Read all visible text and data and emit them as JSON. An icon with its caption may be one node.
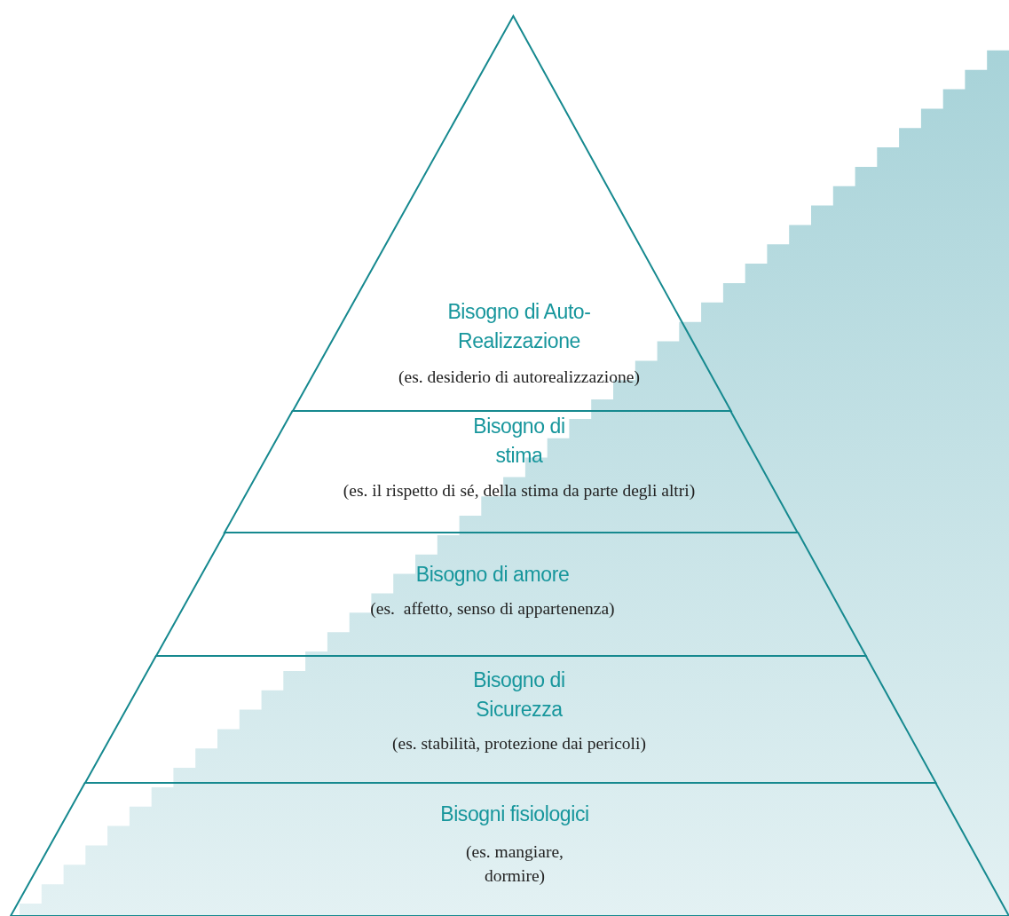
{
  "diagram": {
    "nodes": [
      {
        "text": [
          "Bisogno di Auto-Realizzazione",
          "(es. desiderio di autorealizzazione)"
        ]
      },
      {
        "text": [
          "Bisogno di stima",
          "(es. il rispetto di sé, della stima da parte degli altri)"
        ]
      },
      {
        "text": [
          "Bisogno di amore",
          "(es.  affetto, senso di appartenenza)"
        ]
      },
      {
        "text": [
          "Bisogno di Sicurezza",
          "(es. stabilità, protezione dai pericoli)"
        ]
      },
      {
        "text": [
          "Bisogni fisiologici",
          "(es. mangiare, dormire)"
        ]
      }
    ]
  }
}
